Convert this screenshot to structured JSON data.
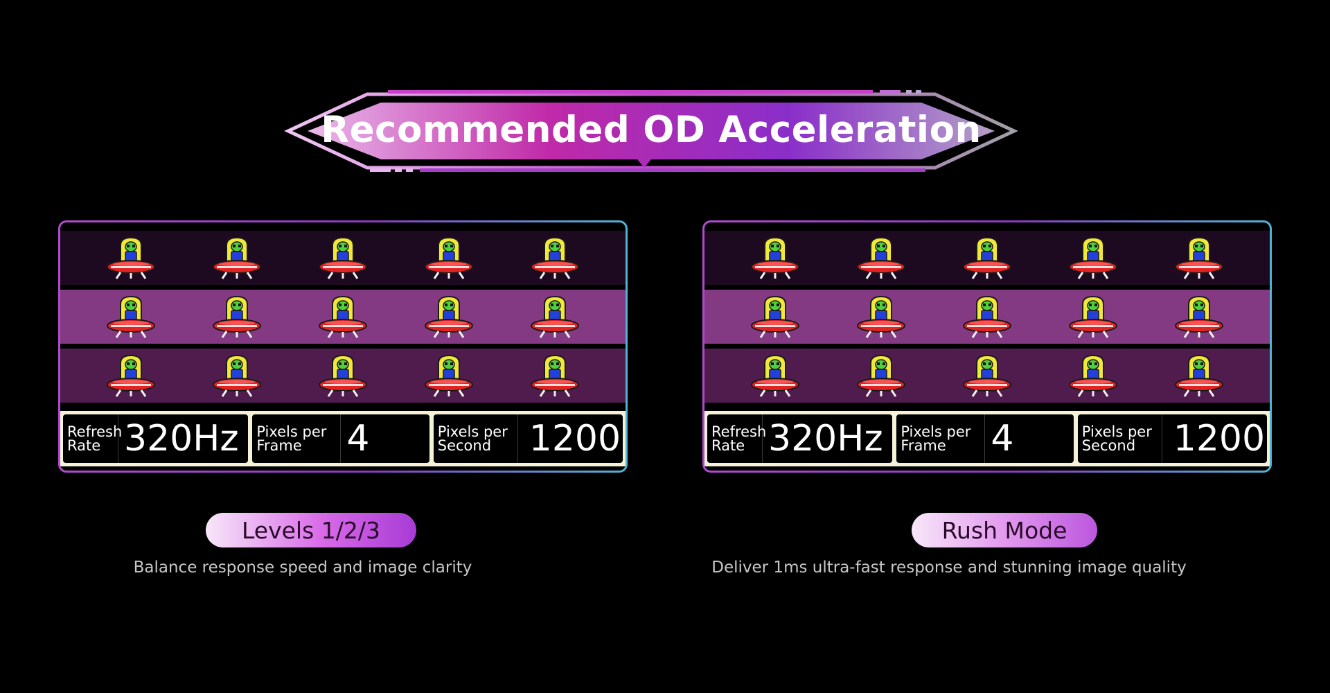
{
  "banner": {
    "title": "Recommended OD Acceleration",
    "gradient_colors": [
      "#e9b9ea",
      "#c02aa8",
      "#8a2ec9",
      "#b3a0c7"
    ]
  },
  "panels": [
    {
      "row_colors": [
        "#1e0a20",
        "#843a82",
        "#4f1c4d"
      ],
      "ufos_per_row": 5,
      "stats": [
        {
          "label_line1": "Refresh",
          "label_line2": "Rate",
          "value": "320Hz"
        },
        {
          "label_line1": "Pixels per",
          "label_line2": "Frame",
          "value": "4"
        },
        {
          "label_line1": "Pixels per",
          "label_line2": "Second",
          "value": "1200"
        }
      ],
      "mode": "Levels 1/2/3",
      "description": "Balance response speed and image clarity"
    },
    {
      "row_colors": [
        "#1e0a20",
        "#843a82",
        "#4f1c4d"
      ],
      "ufos_per_row": 5,
      "stats": [
        {
          "label_line1": "Refresh",
          "label_line2": "Rate",
          "value": "320Hz"
        },
        {
          "label_line1": "Pixels per",
          "label_line2": "Frame",
          "value": "4"
        },
        {
          "label_line1": "Pixels per",
          "label_line2": "Second",
          "value": "1200"
        }
      ],
      "mode": "Rush Mode",
      "description": "Deliver 1ms ultra-fast response and stunning image quality"
    }
  ],
  "icons": {
    "row_sprite": "alien-ufo-icon"
  }
}
